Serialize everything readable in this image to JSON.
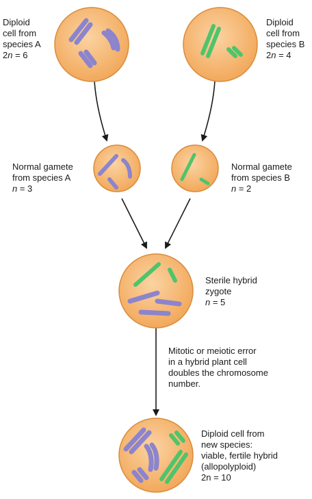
{
  "colors": {
    "cell_fill": "#f6b873",
    "cell_stroke": "#d98b3a",
    "chromosome_a": "#8c84cc",
    "chromosome_b": "#4fc46a",
    "arrow": "#1a1a1a"
  },
  "cells": {
    "species_a": {
      "line1": "Diploid",
      "line2": "cell from",
      "line3": "species A",
      "ploidy_prefix": "2",
      "ploidy_var": "n",
      "ploidy_value": " = 6"
    },
    "species_b": {
      "line1": "Diploid",
      "line2": "cell from",
      "line3": "species B",
      "ploidy_prefix": "2",
      "ploidy_var": "n",
      "ploidy_value": " = 4"
    },
    "gamete_a": {
      "line1": "Normal gamete",
      "line2": "from species A",
      "ploidy_var": "n",
      "ploidy_value": " = 3"
    },
    "gamete_b": {
      "line1": "Normal gamete",
      "line2": "from species B",
      "ploidy_var": "n",
      "ploidy_value": " = 2"
    },
    "hybrid": {
      "line1": "Sterile hybrid",
      "line2": "zygote",
      "ploidy_var": "n",
      "ploidy_value": " = 5"
    },
    "error": {
      "line1": "Mitotic or meiotic error",
      "line2": "in a hybrid plant cell",
      "line3": "doubles the chromosome",
      "line4": "number."
    },
    "new_species": {
      "line1": "Diploid cell from",
      "line2": "new species:",
      "line3": "viable, fertile hybrid",
      "line4": "(allopolyploid)",
      "ploidy_text": "2n = 10"
    }
  }
}
